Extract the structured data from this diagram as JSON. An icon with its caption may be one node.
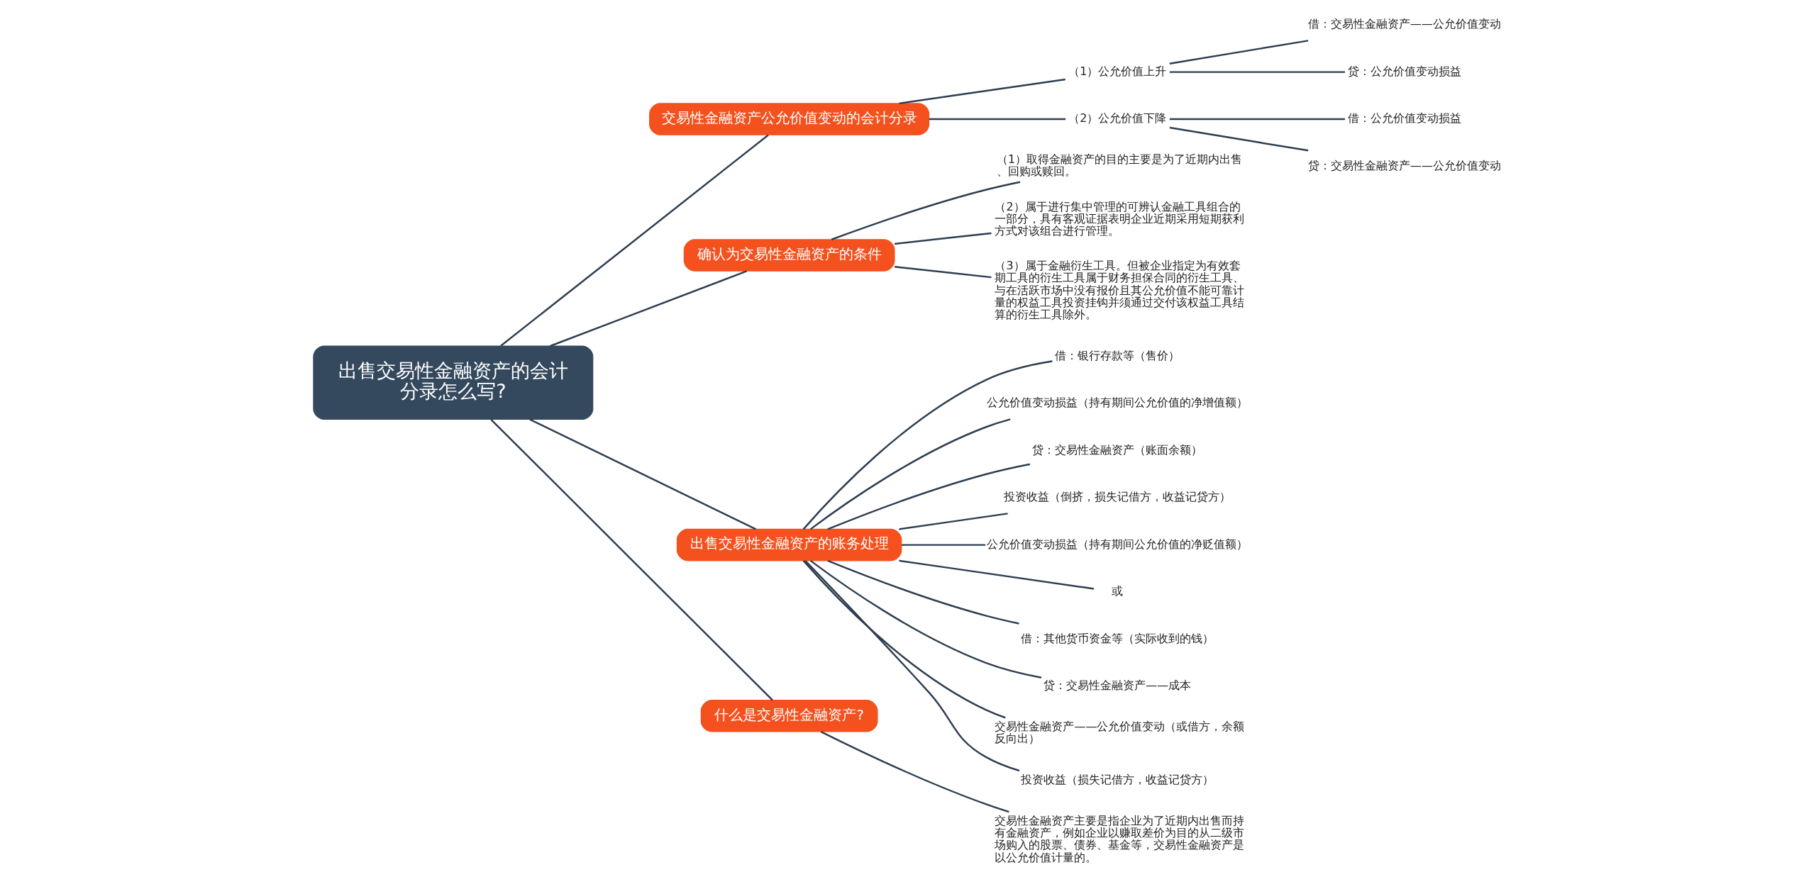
{
  "diagram": {
    "nodes": [
      {
        "text": [
          "出售交易性金融资产的会计分录怎么写?"
        ]
      },
      {
        "text": [
          "交易性金融资产公允价值变动的会计分录"
        ]
      },
      {
        "text": [
          "（1）公允价值上升"
        ]
      },
      {
        "text": [
          "借：交易性金融资产——公允价值变动"
        ]
      },
      {
        "text": [
          "贷：公允价值变动损益"
        ]
      },
      {
        "text": [
          "（2）公允价值下降"
        ]
      },
      {
        "text": [
          "借：公允价值变动损益"
        ]
      },
      {
        "text": [
          "贷：交易性金融资产——公允价值变动"
        ]
      },
      {
        "text": [
          "确认为交易性金融资产的条件"
        ]
      },
      {
        "text": [
          "（1）取得金融资产的目的主要是为了近期内出售、回购或赎回。"
        ]
      },
      {
        "text": [
          "（2）属于进行集中管理的可辨认金融工具组合的一部分，具有客观证据表明企业近期采用短期获利方式对该组合进行管理。"
        ]
      },
      {
        "text": [
          "（3）属于金融衍生工具。但被企业指定为有效套期工具的衍生工具属于财务担保合同的衍生工具、与在活跃市场中没有报价且其公允价值不能可靠计量的权益工具投资挂钩并须通过交付该权益工具结算的衍生工具除外。"
        ]
      },
      {
        "text": [
          "出售交易性金融资产的账务处理"
        ]
      },
      {
        "text": [
          "借：银行存款等（售价）"
        ]
      },
      {
        "text": [
          "公允价值变动损益（持有期间公允价值的净增值额）"
        ]
      },
      {
        "text": [
          "贷：交易性金融资产（账面余额）"
        ]
      },
      {
        "text": [
          "投资收益（倒挤，损失记借方，收益记贷方）"
        ]
      },
      {
        "text": [
          "公允价值变动损益（持有期间公允价值的净贬值额）"
        ]
      },
      {
        "text": [
          "或"
        ]
      },
      {
        "text": [
          "借：其他货币资金等（实际收到的钱）"
        ]
      },
      {
        "text": [
          "贷：交易性金融资产——成本"
        ]
      },
      {
        "text": [
          "交易性金融资产——公允价值变动（或借方，余额反向出）"
        ]
      },
      {
        "text": [
          "投资收益（损失记借方，收益记贷方）"
        ]
      },
      {
        "text": [
          "什么是交易性金融资产?"
        ]
      },
      {
        "text": [
          "交易性金融资产主要是指企业为了近期内出售而持有金融资产，例如企业以赚取差价为目的从二级市场购入的股票、债券、基金等，交易性金融资产是以公允价值计量的。"
        ]
      }
    ],
    "edges": [
      {
        "from": 0,
        "to": 1,
        "arrow": "none"
      },
      {
        "from": 1,
        "to": 2,
        "arrow": "none"
      },
      {
        "from": 2,
        "to": 3,
        "arrow": "none"
      },
      {
        "from": 2,
        "to": 4,
        "arrow": "none"
      },
      {
        "from": 1,
        "to": 5,
        "arrow": "none"
      },
      {
        "from": 5,
        "to": 6,
        "arrow": "none"
      },
      {
        "from": 5,
        "to": 7,
        "arrow": "none"
      },
      {
        "from": 0,
        "to": 8,
        "arrow": "none"
      },
      {
        "from": 8,
        "to": 9,
        "arrow": "none"
      },
      {
        "from": 8,
        "to": 10,
        "arrow": "none"
      },
      {
        "from": 8,
        "to": 11,
        "arrow": "none"
      },
      {
        "from": 0,
        "to": 12,
        "arrow": "none"
      },
      {
        "from": 12,
        "to": 13,
        "arrow": "none"
      },
      {
        "from": 12,
        "to": 14,
        "arrow": "none"
      },
      {
        "from": 12,
        "to": 15,
        "arrow": "none"
      },
      {
        "from": 12,
        "to": 16,
        "arrow": "none"
      },
      {
        "from": 12,
        "to": 17,
        "arrow": "none"
      },
      {
        "from": 12,
        "to": 18,
        "arrow": "none"
      },
      {
        "from": 12,
        "to": 19,
        "arrow": "none"
      },
      {
        "from": 12,
        "to": 20,
        "arrow": "none"
      },
      {
        "from": 12,
        "to": 21,
        "arrow": "none"
      },
      {
        "from": 12,
        "to": 22,
        "arrow": "none"
      },
      {
        "from": 0,
        "to": 23,
        "arrow": "none"
      },
      {
        "from": 23,
        "to": 24,
        "arrow": "none"
      }
    ]
  }
}
